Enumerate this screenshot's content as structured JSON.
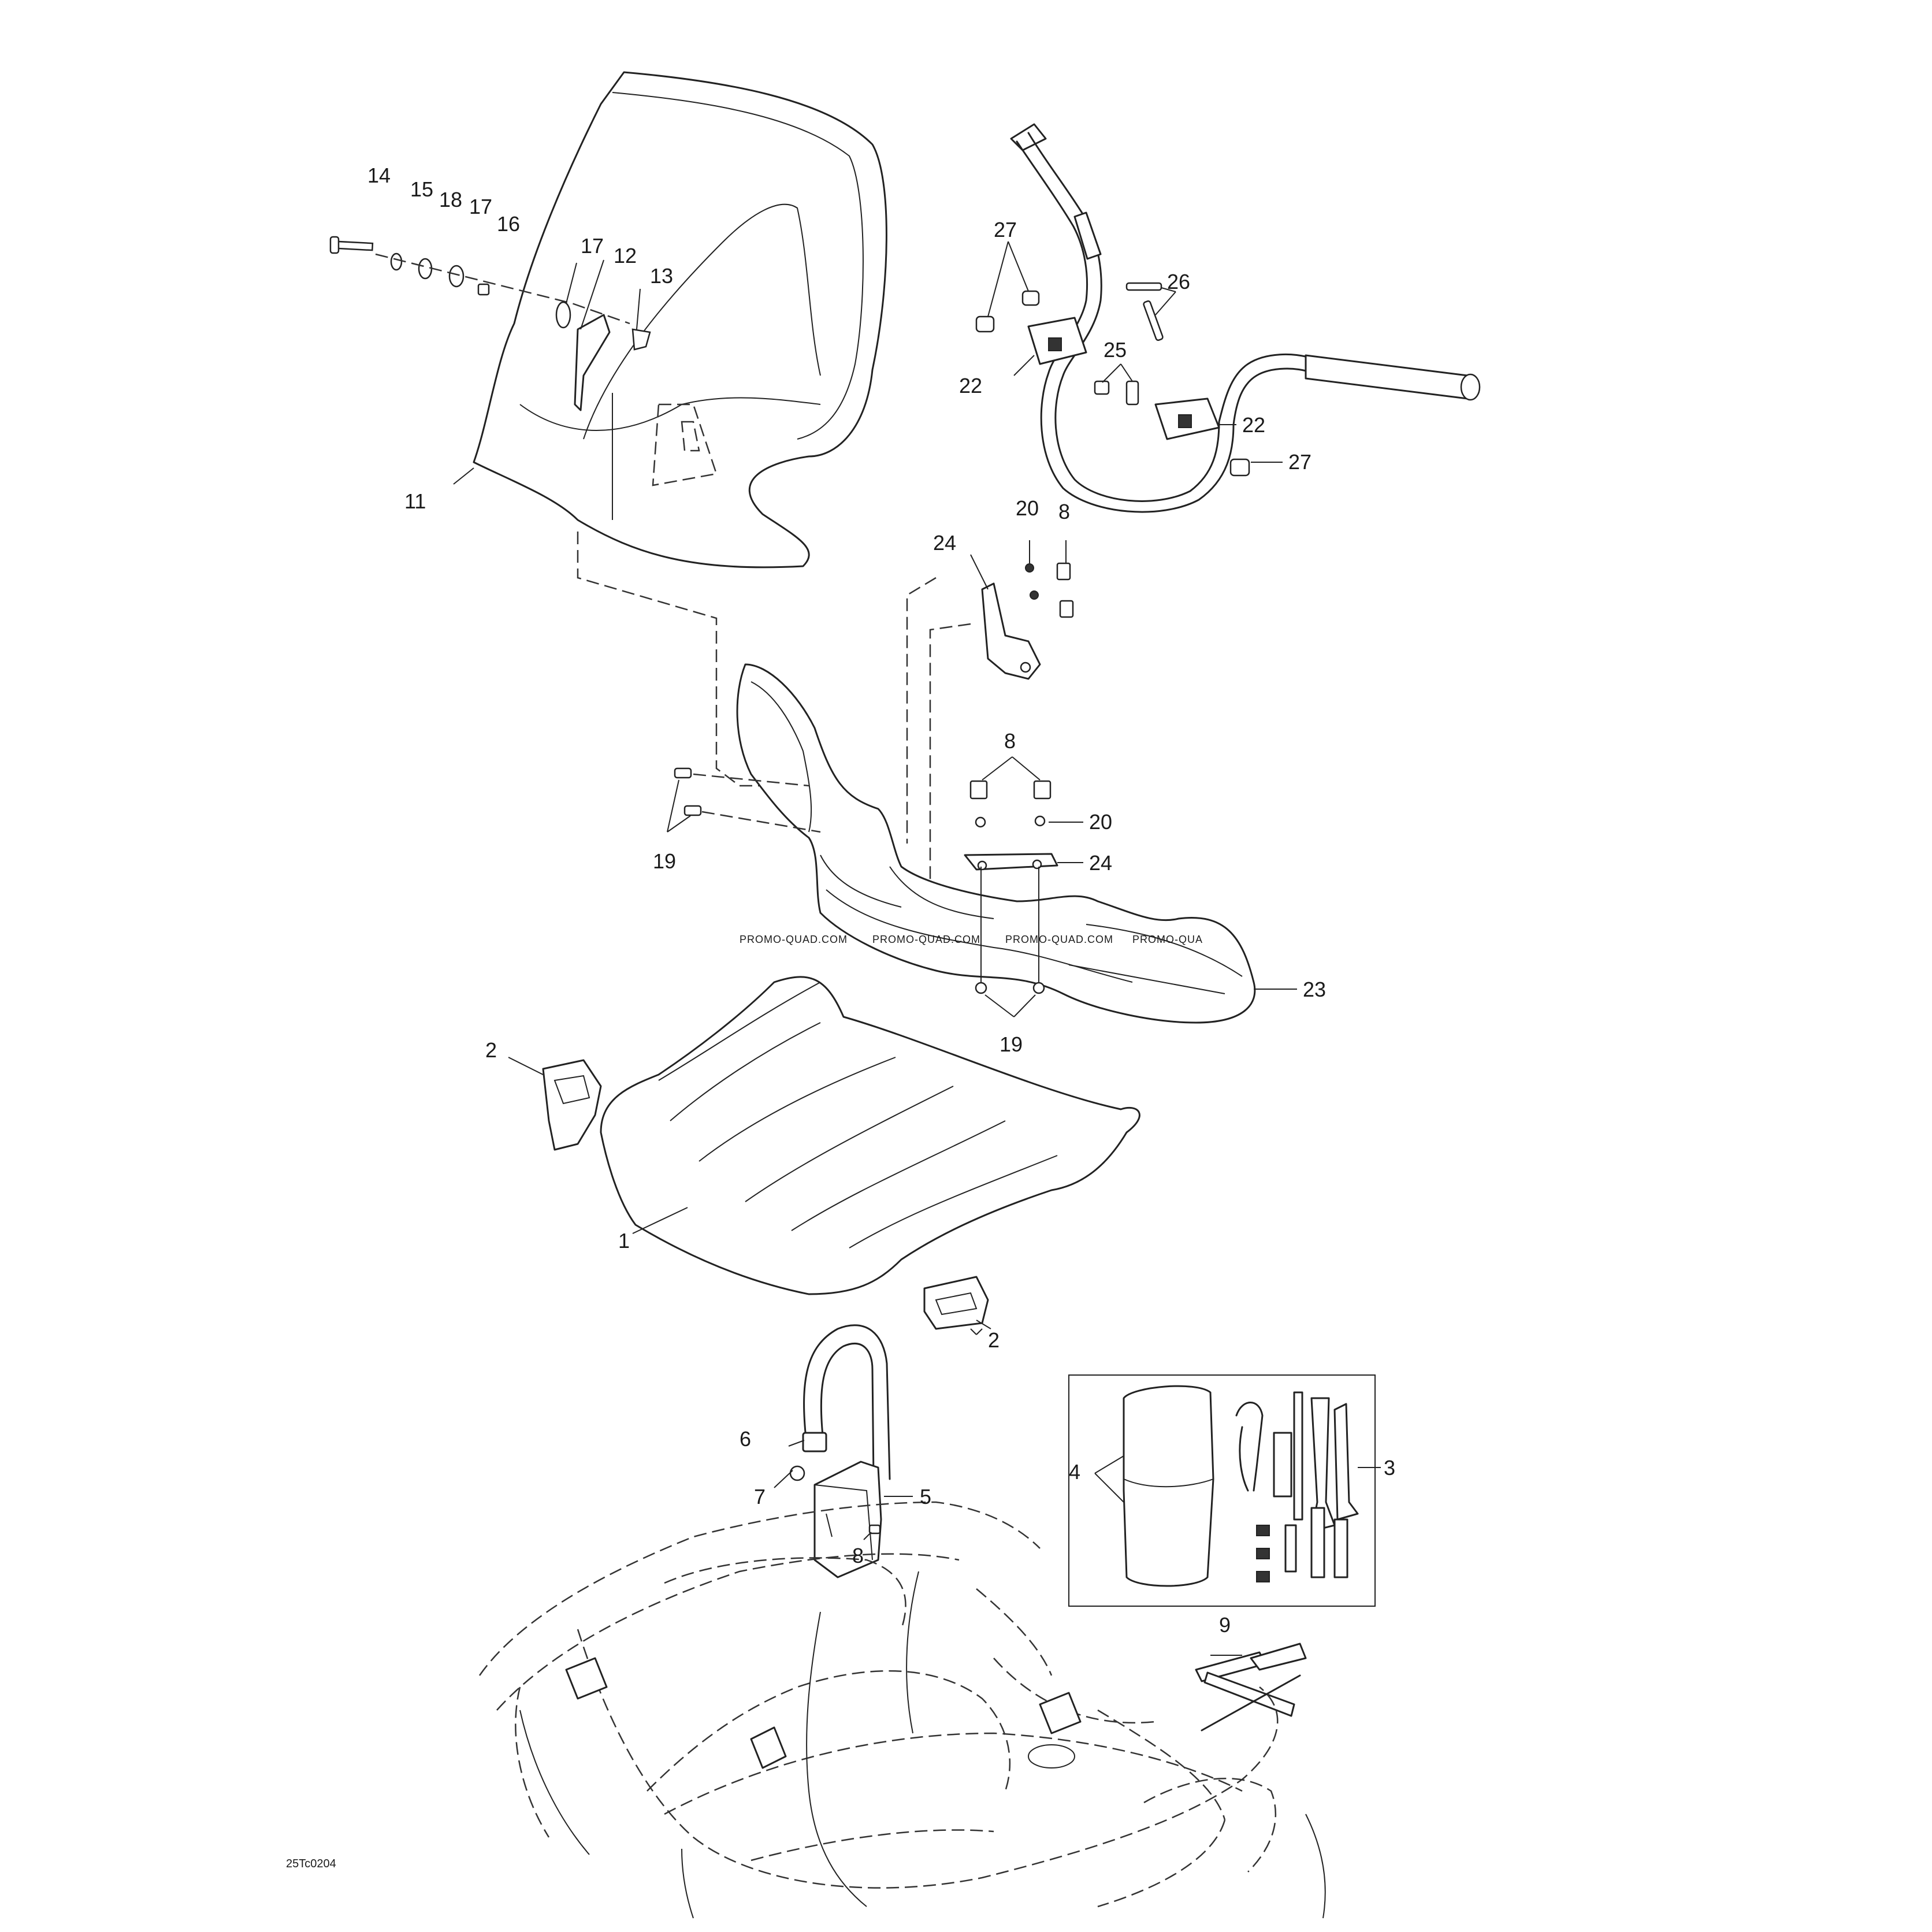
{
  "callouts": {
    "c1": "1",
    "c2a": "2",
    "c2b": "2",
    "c3": "3",
    "c4": "4",
    "c5": "5",
    "c6": "6",
    "c7": "7",
    "c8a": "8",
    "c8b": "8",
    "c8c": "8",
    "c9": "9",
    "c11": "11",
    "c12": "12",
    "c13": "13",
    "c14": "14",
    "c15": "15",
    "c16": "16",
    "c17a": "17",
    "c17b": "17",
    "c18": "18",
    "c19a": "19",
    "c19b": "19",
    "c20a": "20",
    "c20b": "20",
    "c22a": "22",
    "c22b": "22",
    "c23": "23",
    "c24a": "24",
    "c24b": "24",
    "c25": "25",
    "c26": "26",
    "c27a": "27",
    "c27b": "27"
  },
  "watermark": "PROMO-QUAD.COM",
  "watermark_cut": "PROMO-QUA",
  "figure_code": "25Tc0204"
}
